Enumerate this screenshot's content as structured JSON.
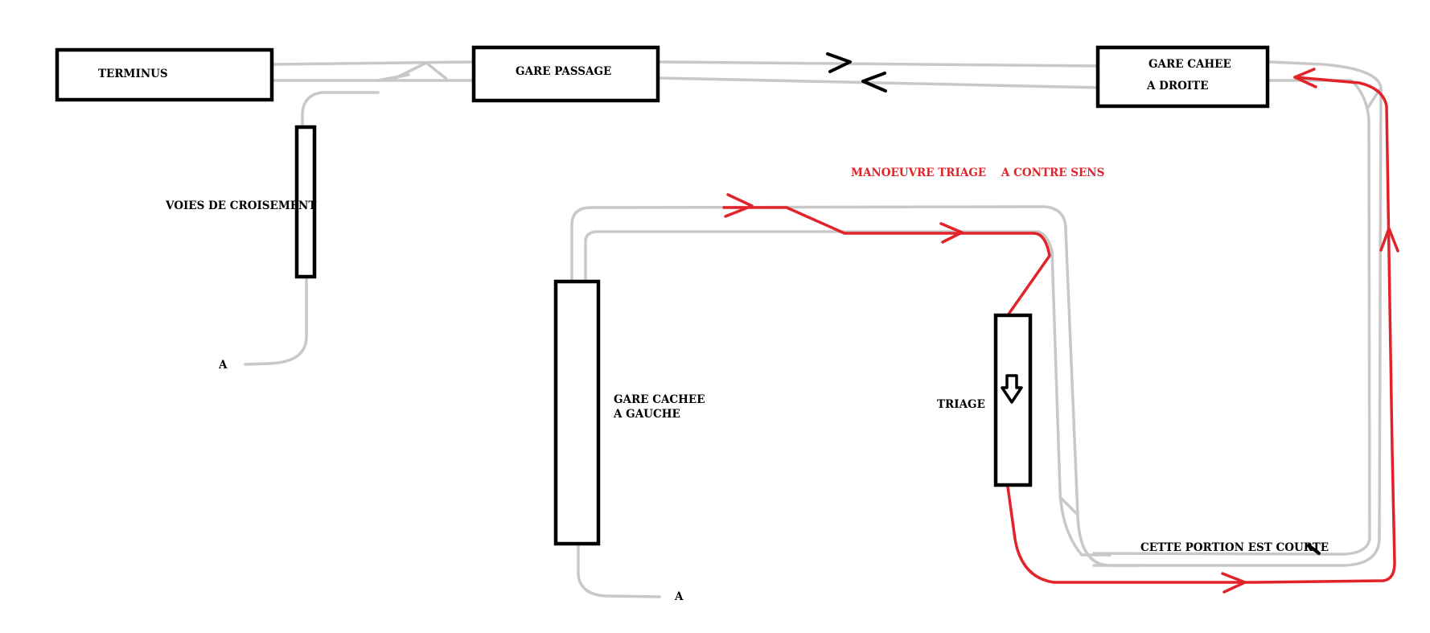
{
  "labels": {
    "terminus": "TERMINUS",
    "gare_passage": "GARE PASSAGE",
    "gare_cachee_droite_1": "GARE CAHEE",
    "gare_cachee_droite_2": "A DROITE",
    "voies_croisement": "VOIES DE CROISEMENT",
    "gare_cachee_gauche_1": "GARE CACHEE",
    "gare_cachee_gauche_2": "A GAUCHE",
    "triage": "TRIAGE",
    "manoeuvre": "MANOEUVRE TRIAGE    A CONTRE SENS",
    "portion_courte": "CETTE PORTION EST COURTE",
    "point_a_left": "A",
    "point_a_bottom": "A"
  },
  "colors": {
    "track": "#c8c8c8",
    "route": "#e2232a",
    "outline": "#000000",
    "background": "#ffffff"
  },
  "icons": {
    "triage_direction": "down-arrow-icon",
    "direction_marks": "chevron-icon"
  }
}
